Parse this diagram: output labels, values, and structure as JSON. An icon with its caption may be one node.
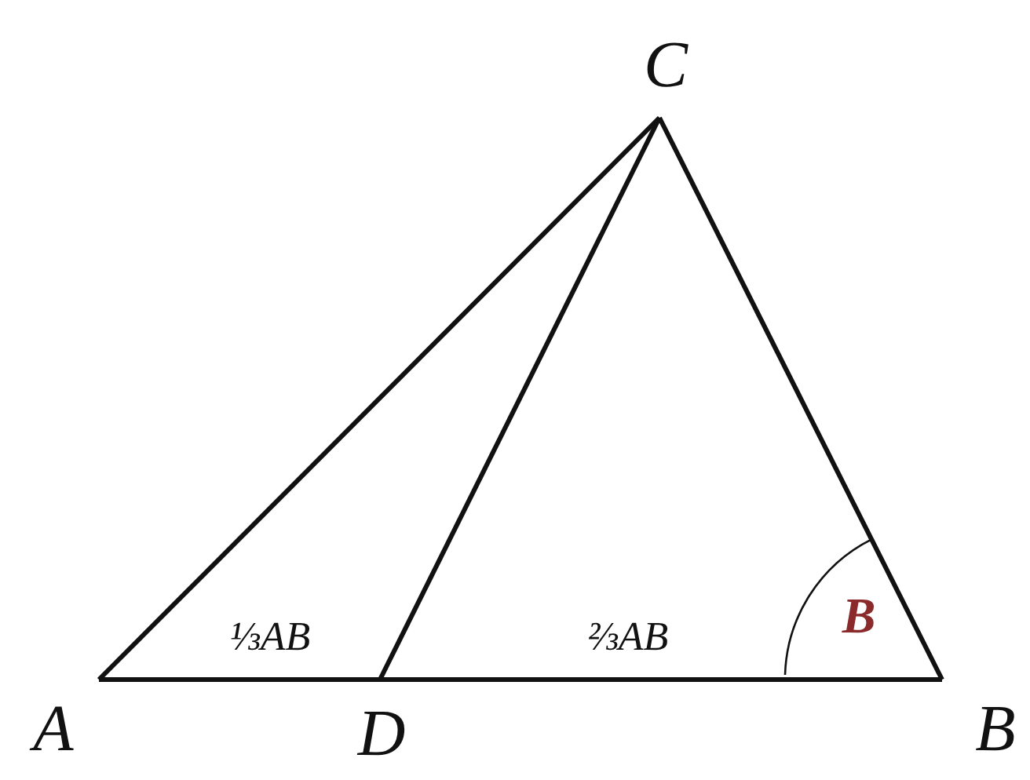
{
  "diagram": {
    "labels": [
      "C",
      "A",
      "D",
      "B",
      "⅓AB",
      "⅔AB",
      "B"
    ]
  }
}
